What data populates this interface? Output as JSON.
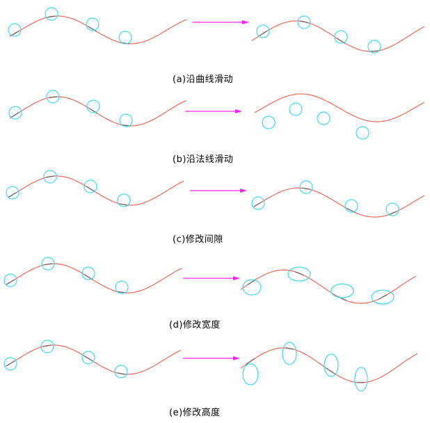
{
  "colors": {
    "curve": "#f06a5a",
    "contact_segment": "#666666",
    "circle": "#3fd8f0",
    "arrow": "#ff22ee",
    "background": "#ffffff",
    "text": "#000000"
  },
  "panels": [
    {
      "id": "a",
      "caption": "(a)沿曲线滑动"
    },
    {
      "id": "b",
      "caption": "(b)沿法线滑动"
    },
    {
      "id": "c",
      "caption": "(c)修改间隙"
    },
    {
      "id": "d",
      "caption": "(d)修改宽度"
    },
    {
      "id": "e",
      "caption": "(e)修改高度"
    }
  ]
}
